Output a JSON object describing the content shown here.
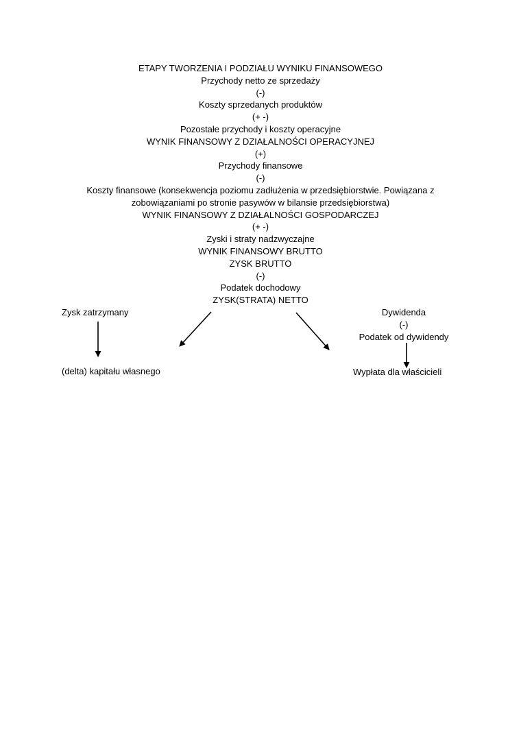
{
  "page": {
    "background": "#ffffff",
    "text_color": "#000000",
    "arrow_color": "#000000"
  },
  "doc": {
    "title": "ETAPY TWORZENIA I PODZIAŁU WYNIKU FINANSOWEGO",
    "sequence": [
      "Przychody netto ze sprzedaży",
      "(-)",
      "Koszty sprzedanych produktów",
      "(+ -)",
      "Pozostałe przychody i koszty operacyjne",
      "WYNIK FINANSOWY Z DZIAŁALNOŚCI OPERACYJNEJ",
      "(+)",
      "Przychody finansowe",
      "(-)",
      "Koszty finansowe (konsekwencja poziomu zadłużenia w przedsiębiorstwie. Powiązana z zobowiązaniami po stronie pasywów w bilansie przedsiębiorstwa)",
      "WYNIK FINANSOWY Z DZIAŁALNOŚCI GOSPODARCZEJ",
      "(+ -)",
      "Zyski i straty nadzwyczajne",
      "WYNIK FINANSOWY BRUTTO",
      "ZYSK BRUTTO",
      "(-)",
      "Podatek dochodowy",
      "ZYSK(STRATA) NETTO"
    ],
    "distribution": {
      "left": {
        "source": "Zysk zatrzymany",
        "result": "(delta) kapitału własnego"
      },
      "right": {
        "source": "Dywidenda",
        "operator": "(-)",
        "deduction": "Podatek od dywidendy",
        "result": "Wypłata dla właścicieli"
      },
      "arrows": [
        {
          "name": "arrow-zysk-zatrzymany-to-delta-kapitalu",
          "direction": "down"
        },
        {
          "name": "arrow-zysk-netto-to-zysk-zatrzymany",
          "direction": "down-left"
        },
        {
          "name": "arrow-zysk-netto-to-dywidenda",
          "direction": "down-right"
        },
        {
          "name": "arrow-podatek-od-dywidendy-to-wyplata",
          "direction": "down"
        }
      ]
    }
  }
}
